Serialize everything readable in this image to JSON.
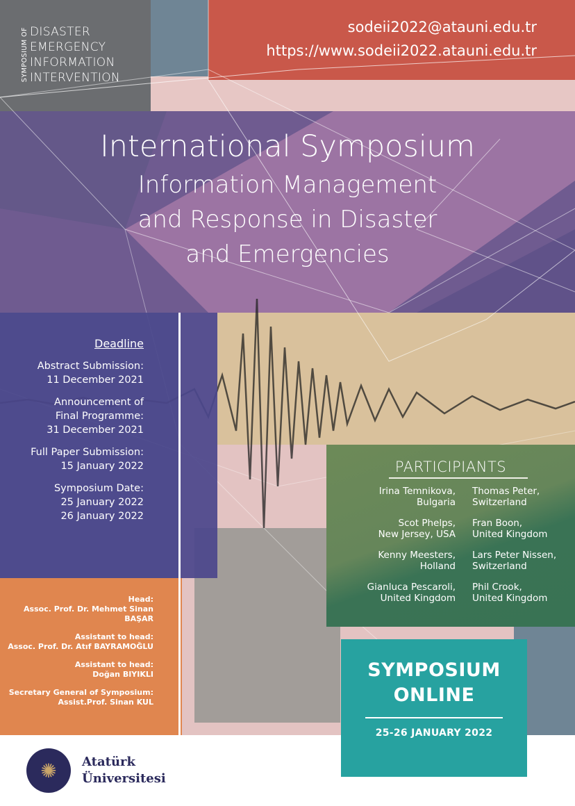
{
  "logo": {
    "vertical": "SYMPOSIUM OF",
    "lines": [
      "DISASTER",
      "EMERGENCY",
      "INFORMATION",
      "INTERVENTION"
    ]
  },
  "contact": {
    "email": "sodeii2022@atauni.edu.tr",
    "url": "https://www.sodeii2022.atauni.edu.tr"
  },
  "title": {
    "line1": "International Symposium",
    "line2": "Information Management",
    "line3": "and Response in Disaster",
    "line4": "and Emergencies"
  },
  "deadline": {
    "heading": "Deadline",
    "groups": [
      [
        "Abstract Submission:",
        "11 December 2021"
      ],
      [
        "Announcement of",
        "Final Programme:",
        "31 December 2021"
      ],
      [
        "Full Paper Submission:",
        "15 January 2022"
      ],
      [
        "Symposium Date:",
        "25 January 2022",
        "26 January 2022"
      ]
    ]
  },
  "organizers": [
    [
      "Head:",
      "Assoc. Prof. Dr. Mehmet Sinan BAŞAR"
    ],
    [
      "Assistant to head:",
      "Assoc. Prof. Dr. Atıf BAYRAMOĞLU"
    ],
    [
      "Assistant to head:",
      "Doğan BIYIKLI"
    ],
    [
      "Secretary General of Symposium:",
      "Assist.Prof. Sinan KUL"
    ]
  ],
  "participants": {
    "heading": "PARTICIPIANTS",
    "rows": [
      [
        [
          "Irina Temnikova,",
          "Bulgaria"
        ],
        [
          "Thomas Peter,",
          "Switzerland"
        ]
      ],
      [
        [
          "Scot Phelps,",
          "New Jersey, USA"
        ],
        [
          "Fran Boon,",
          "United Kingdom"
        ]
      ],
      [
        [
          "Kenny Meesters,",
          "Holland"
        ],
        [
          "Lars Peter Nissen,",
          "Switzerland"
        ]
      ],
      [
        [
          "Gianluca Pescaroli,",
          "United Kingdom"
        ],
        [
          "Phil Crook,",
          "United Kingdom"
        ]
      ]
    ]
  },
  "online": {
    "line1": "SYMPOSIUM",
    "line2": "ONLINE",
    "date": "25-26 JANUARY 2022"
  },
  "university": {
    "line1": "Atatürk",
    "line2": "Üniversitesi"
  }
}
